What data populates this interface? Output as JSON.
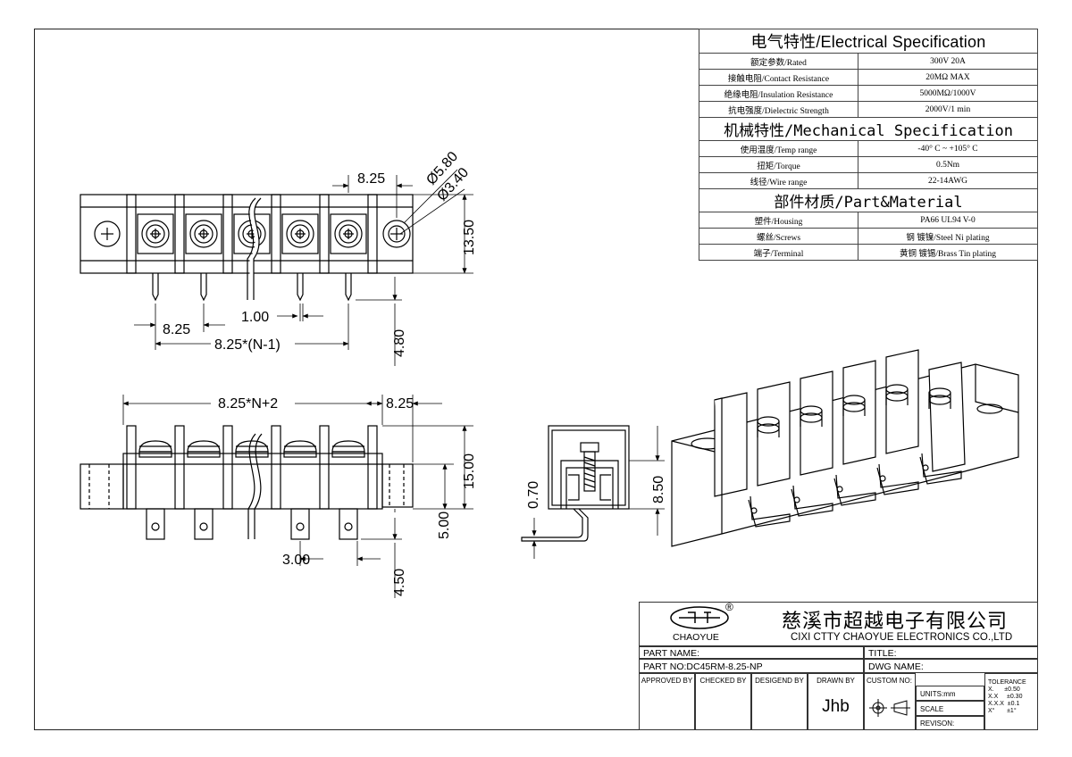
{
  "dims": {
    "pitch_top": "8.25",
    "dia_outer": "Ø5.80",
    "dia_inner": "Ø3.40",
    "height_side": "13.50",
    "pin_pitch": "8.25",
    "pin_width": "1.00",
    "pitch_formula": "8.25*(N-1)",
    "pin_length": "4.80",
    "overall_formula": "8.25*N+2",
    "end_width": "8.25",
    "height_front": "15.00",
    "body_height": "5.00",
    "pin_hole": "3.00",
    "pin_below": "4.50",
    "thickness": "0.70",
    "side_height": "8.50"
  },
  "spec": {
    "electrical_title": "电气特性/Electrical Specification",
    "electrical": [
      {
        "label": "额定参数/Rated",
        "value": "300V   20A"
      },
      {
        "label": "接触电阻/Contact Resistance",
        "value": "20MΩ MAX"
      },
      {
        "label": "绝缘电阻/Insulation Resistance",
        "value": "5000MΩ/1000V"
      },
      {
        "label": "抗电强度/Dielectric Strength",
        "value": "2000V/1 min"
      }
    ],
    "mechanical_title": "机械特性/Mechanical Specification",
    "mechanical": [
      {
        "label": "使用温度/Temp range",
        "value": "-40° C ~ +105° C"
      },
      {
        "label": "扭矩/Torque",
        "value": "0.5Nm"
      },
      {
        "label": "线径/Wire range",
        "value": "22-14AWG"
      }
    ],
    "material_title": "部件材质/Part&Material",
    "material": [
      {
        "label": "塑件/Housing",
        "value": "PA66 UL94 V-0"
      },
      {
        "label": "螺丝/Screws",
        "value": "钢 镀镍/Steel Ni plating"
      },
      {
        "label": "端子/Terminal",
        "value": "黄铜 镀锡/Brass Tin  plating"
      }
    ]
  },
  "title_block": {
    "logo_text": "CHAOYUE",
    "logo_mark": "®",
    "company_cn": "慈溪市超越电子有限公司",
    "company_en": "CIXI CTTY CHAOYUE ELECTRONICS CO.,LTD",
    "part_name": "PART NAME:",
    "title": "TITLE:",
    "part_no": "PART NO:DC45RM-8.25-NP",
    "dwg_name": "DWG NAME:",
    "approved_by": "APPROVED BY",
    "checked_by": "CHECKED BY",
    "designed_by": "DESIGEND BY",
    "drawn_by": "DRAWN BY",
    "drawn_by_value": "Jhb",
    "custom_no": "CUSTOM NO:",
    "units": "UNITS:mm",
    "scale": "SCALE",
    "revision": "REVISON:",
    "tolerance_title": "TOLERANCE",
    "tolerance": [
      "X.      ±0.50",
      "X.X     ±0.30",
      "X.X.X  ±0.1",
      "X°       ±1°"
    ]
  }
}
